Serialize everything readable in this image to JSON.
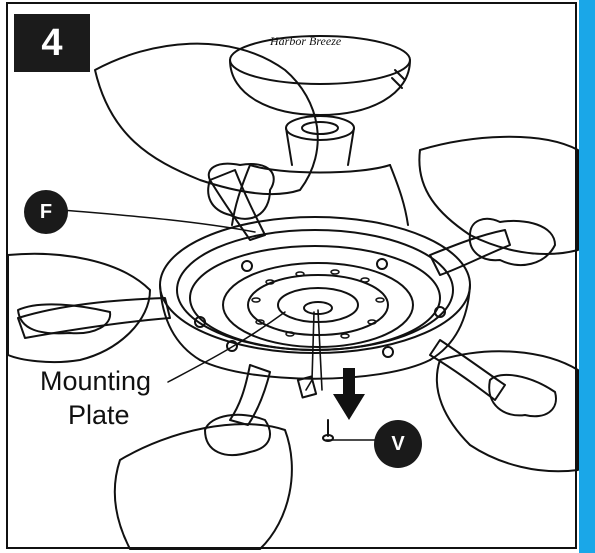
{
  "step": {
    "number": "4"
  },
  "brand": {
    "logo_text": "Harbor Breeze"
  },
  "labels": {
    "mounting_plate_line1": "Mounting",
    "mounting_plate_line2": "Plate"
  },
  "callouts": {
    "f": "F",
    "v": "V"
  },
  "colors": {
    "accent_edge": "#1aa7e8",
    "line": "#111111",
    "callout_fill": "#1a1a1a"
  }
}
